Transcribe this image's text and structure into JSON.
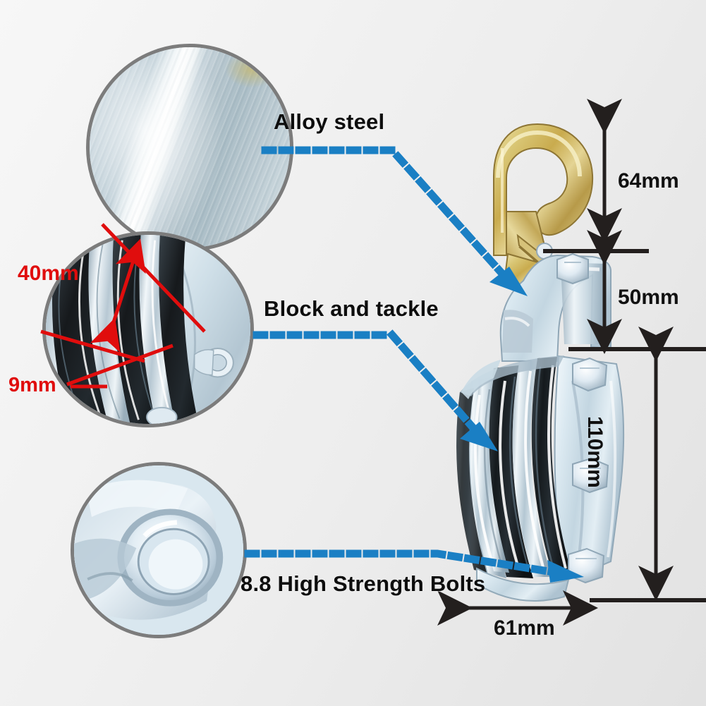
{
  "page": {
    "title": "Block and tackle pulley product feature diagram",
    "background_color": "#eeeeee"
  },
  "colors": {
    "callout_blue": "#1a7fc4",
    "dimension_black": "#231f1e",
    "dimension_red": "#e00d0d",
    "circle_ring_gray": "#7c7c7c",
    "steel_light": "#dbe6ec",
    "sheave_black": "#1d2326",
    "hook_gold": "#c9ab4e"
  },
  "callouts": [
    {
      "id": "alloy-steel",
      "label": "Alloy steel",
      "detail_circle": "alloy-steel-closeup",
      "arrow_color": "#1a7fc4"
    },
    {
      "id": "block-and-tackle",
      "label": "Block and tackle",
      "detail_circle": "sheave-groove-closeup",
      "arrow_color": "#1a7fc4"
    },
    {
      "id": "high-strength-bolts",
      "label": "8.8 High Strength Bolts",
      "detail_circle": "bolt-head-closeup",
      "arrow_color": "#1a7fc4"
    }
  ],
  "dimensions": {
    "hook_height": {
      "value": "64mm",
      "color": "#231f1e",
      "orientation": "vertical"
    },
    "swivel_height": {
      "value": "50mm",
      "color": "#231f1e",
      "orientation": "vertical"
    },
    "block_height": {
      "value": "110mm",
      "color": "#231f1e",
      "orientation": "vertical-rotated"
    },
    "block_width": {
      "value": "61mm",
      "color": "#231f1e",
      "orientation": "horizontal"
    },
    "sheave_diameter": {
      "value": "40mm",
      "color": "#e00d0d",
      "orientation": "diagonal"
    },
    "groove_width": {
      "value": "9mm",
      "color": "#e00d0d",
      "orientation": "diagonal"
    }
  },
  "product": {
    "name": "triple-sheave-swivel-hook-pulley-block",
    "sheave_count": 3,
    "hook_finish": "yellow-zinc",
    "body_finish": "galvanized-steel"
  }
}
